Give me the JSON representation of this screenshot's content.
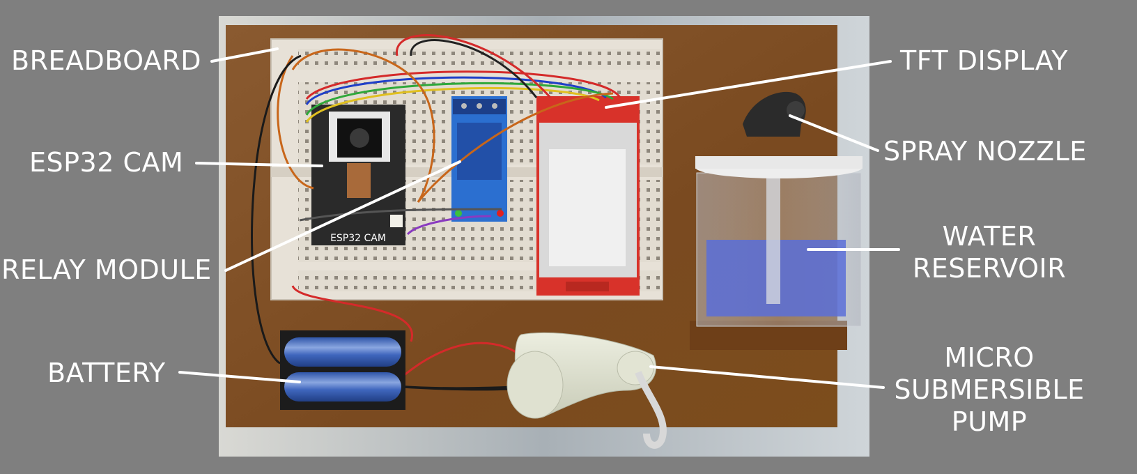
{
  "labels": {
    "breadboard": "BREADBOARD",
    "esp32_cam": "ESP32 CAM",
    "relay_module": "RELAY MODULE",
    "battery": "BATTERY",
    "tft_display": "TFT DISPLAY",
    "spray_nozzle": "SPRAY NOZZLE",
    "water_reservoir_line1": "WATER",
    "water_reservoir_line2": "RESERVOIR",
    "pump_line1": "MICRO",
    "pump_line2": "SUBMERSIBLE",
    "pump_line3": "PUMP"
  },
  "board": {
    "esp32_silkscreen": "ESP32 CAM"
  },
  "colors": {
    "background": "#7f7f7f",
    "wood": "#7a4a22",
    "breadboard": "#e4ddd2",
    "relay_pcb": "#2b6fd0",
    "tft_pcb": "#d8322a",
    "water": "#5b6fd8",
    "label": "#ffffff"
  }
}
